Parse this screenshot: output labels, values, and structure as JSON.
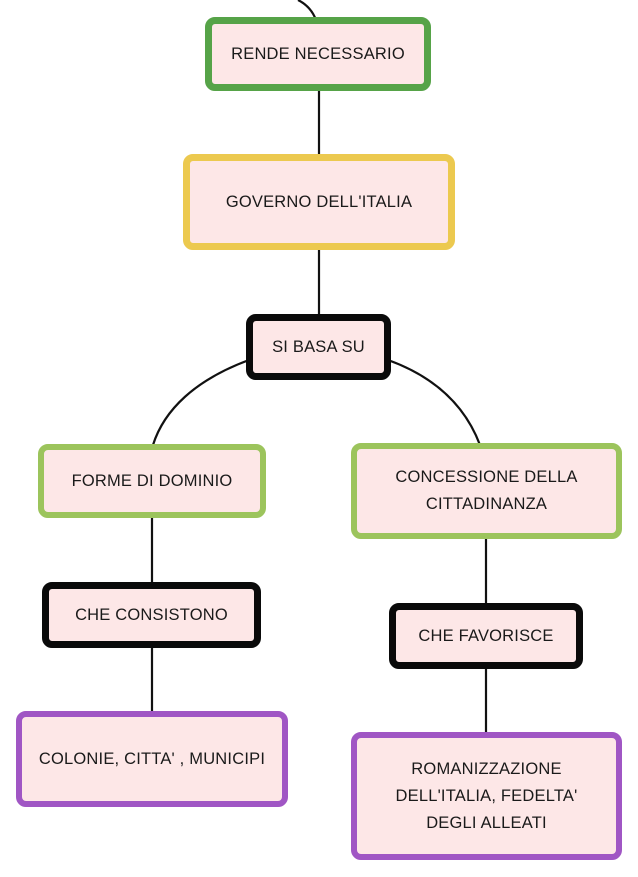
{
  "diagram": {
    "nodes": {
      "rende_necessario": {
        "label": "RENDE NECESSARIO",
        "color": "#56a348"
      },
      "governo": {
        "label": "GOVERNO DELL'ITALIA",
        "color": "#ecc94f"
      },
      "si_basa_su": {
        "label": "SI BASA SU",
        "color": "#0a0a0a"
      },
      "forme_dominio": {
        "label": "FORME DI DOMINIO",
        "color": "#9cc45c"
      },
      "concessione": {
        "line1": "CONCESSIONE DELLA",
        "line2": "CITTADINANZA",
        "color": "#9cc45c"
      },
      "che_consistono": {
        "label": "CHE CONSISTONO",
        "color": "#0a0a0a"
      },
      "che_favorisce": {
        "label": "CHE FAVORISCE",
        "color": "#0a0a0a"
      },
      "colonie": {
        "label": "COLONIE, CITTA' , MUNICIPI",
        "color": "#a056c4"
      },
      "romanizzazione": {
        "line1": "ROMANIZZAZIONE",
        "line2": "DELL'ITALIA, FEDELTA'",
        "line3": "DEGLI ALLEATI",
        "color": "#a056c4"
      }
    },
    "edges": [
      {
        "from": "incoming",
        "to": "rende_necessario"
      },
      {
        "from": "rende_necessario",
        "to": "governo"
      },
      {
        "from": "governo",
        "to": "si_basa_su"
      },
      {
        "from": "si_basa_su",
        "to": "forme_dominio"
      },
      {
        "from": "si_basa_su",
        "to": "concessione"
      },
      {
        "from": "forme_dominio",
        "to": "che_consistono"
      },
      {
        "from": "che_consistono",
        "to": "colonie"
      },
      {
        "from": "concessione",
        "to": "che_favorisce"
      },
      {
        "from": "che_favorisce",
        "to": "romanizzazione"
      }
    ],
    "line_color": "#111111",
    "node_fill": "#fde7e7"
  }
}
